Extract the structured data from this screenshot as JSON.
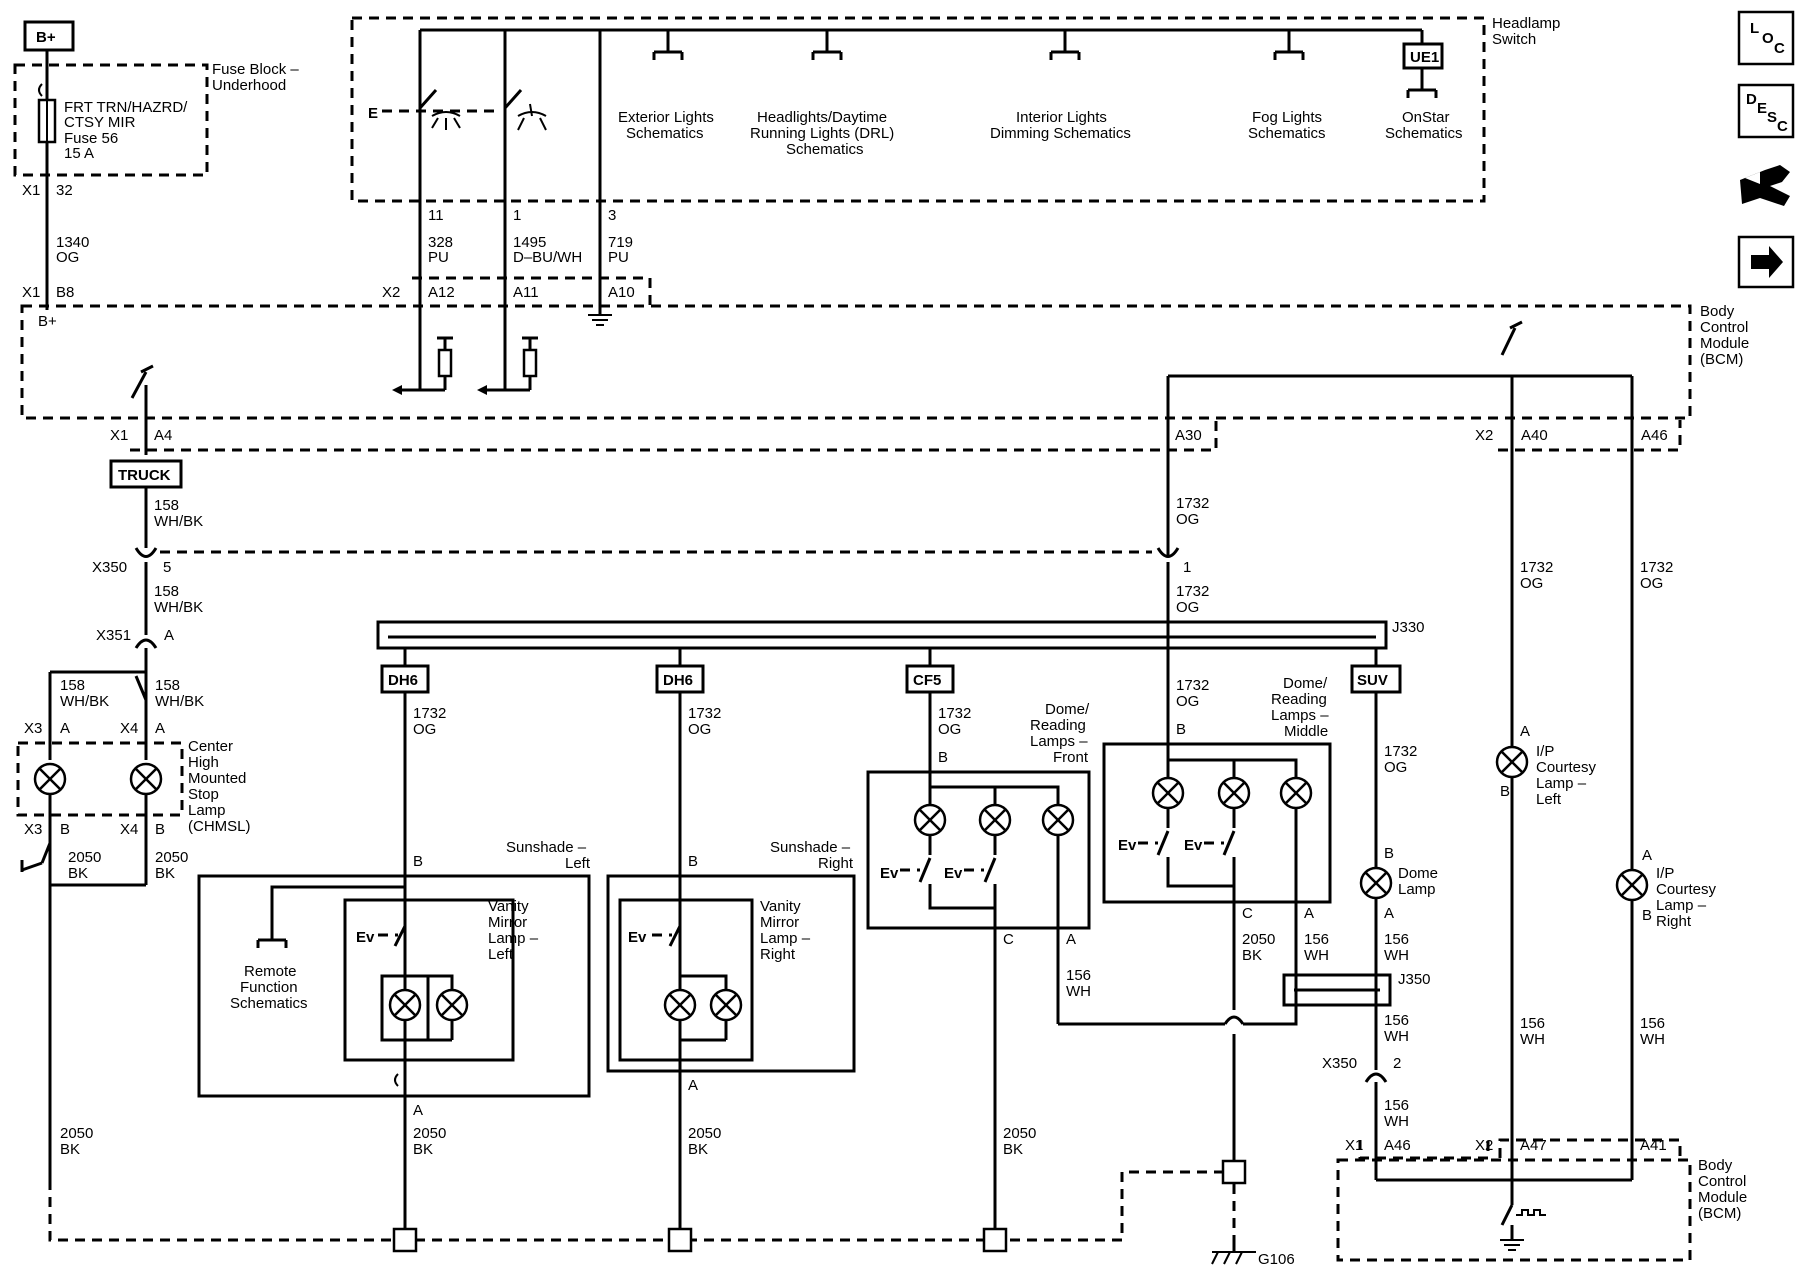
{
  "nav": {
    "loc": "LOC",
    "desc": "DESC",
    "l": "L",
    "o": "O",
    "c": "C",
    "d": "D",
    "e": "E",
    "s": "S",
    "c2": "C"
  },
  "top": {
    "bplus_box": "B+",
    "fuse_block": [
      "Fuse Block –",
      "Underhood"
    ],
    "fuse_label": [
      "FRT TRN/HAZRD/",
      "CTSY MIR",
      "Fuse 56",
      "15 A"
    ],
    "x1": "X1",
    "pin32": "32",
    "wire1340": [
      "1340",
      "OG"
    ],
    "x1b": "X1",
    "pinB8": "B8",
    "bplus": "B+",
    "headlamp_switch": [
      "Headlamp",
      "Switch"
    ],
    "ue1": "UE1",
    "e_label": "E",
    "refs": [
      [
        "Exterior Lights",
        "Schematics"
      ],
      [
        "Headlights/Daytime",
        "Running Lights (DRL)",
        "Schematics"
      ],
      [
        "Interior Lights",
        "Dimming Schematics"
      ],
      [
        "Fog Lights",
        "Schematics"
      ],
      [
        "OnStar",
        "Schematics"
      ]
    ],
    "pins": [
      "11",
      "1",
      "3"
    ],
    "wires": [
      [
        "328",
        "PU"
      ],
      [
        "1495",
        "D–BU/WH"
      ],
      [
        "719",
        "PU"
      ]
    ],
    "x2": "X2",
    "bcm_pins": [
      "A12",
      "A11",
      "A10"
    ],
    "bcm": [
      "Body",
      "Control",
      "Module",
      "(BCM)"
    ]
  },
  "mid": {
    "x1": "X1",
    "a4": "A4",
    "a30": "A30",
    "x2": "X2",
    "a40": "A40",
    "a46": "A46",
    "truck": "TRUCK",
    "w158a": [
      "158",
      "WH/BK"
    ],
    "w1732a": [
      "1732",
      "OG"
    ],
    "x350": "X350",
    "pin5": "5",
    "pin1": "1",
    "w158b": [
      "158",
      "WH/BK"
    ],
    "w1732b": [
      "1732",
      "OG"
    ],
    "w1732_left": [
      "1732",
      "OG"
    ],
    "w1732_right": [
      "1732",
      "OG"
    ],
    "x351": "X351",
    "pinA": "A",
    "j330": "J330",
    "chmsl": {
      "w1": [
        "158",
        "WH/BK"
      ],
      "w2": [
        "158",
        "WH/BK"
      ],
      "x3": "X3",
      "a1": "A",
      "x4": "X4",
      "a2": "A",
      "x3b": "X3",
      "b1": "B",
      "x4b": "X4",
      "b2": "B",
      "label": [
        "Center",
        "High",
        "Mounted",
        "Stop",
        "Lamp",
        "(CHMSL)"
      ],
      "g1": [
        "2050",
        "BK"
      ],
      "g2": [
        "2050",
        "BK"
      ]
    }
  },
  "loads": {
    "dh6a": "DH6",
    "dh6b": "DH6",
    "cf5": "CF5",
    "suv": "SUV",
    "w1": [
      "1732",
      "OG"
    ],
    "w2": [
      "1732",
      "OG"
    ],
    "w3": [
      "1732",
      "OG"
    ],
    "w4": [
      "1732",
      "OG"
    ],
    "w5": [
      "1732",
      "OG"
    ],
    "pinB": "B",
    "pinA": "A",
    "pinC": "C",
    "sunshade_left": [
      "Sunshade –",
      "Left"
    ],
    "sunshade_right": [
      "Sunshade –",
      "Right"
    ],
    "vanity_left": [
      "Vanity",
      "Mirror",
      "Lamp –",
      "Left"
    ],
    "vanity_right": [
      "Vanity",
      "Mirror",
      "Lamp –",
      "Right"
    ],
    "remote": [
      "Remote",
      "Function",
      "Schematics"
    ],
    "dome_front": [
      "Dome/",
      "Reading",
      "Lamps –",
      "Front"
    ],
    "dome_middle": [
      "Dome/",
      "Reading",
      "Lamps –",
      "Middle"
    ],
    "dome_lamp": [
      "Dome",
      "Lamp"
    ],
    "ip_left": [
      "I/P",
      "Courtesy",
      "Lamp –",
      "Left"
    ],
    "ip_right": [
      "I/P",
      "Courtesy",
      "Lamp –",
      "Right"
    ],
    "ev": "Ev",
    "w156": [
      "156",
      "WH"
    ],
    "w2050": [
      "2050",
      "BK"
    ],
    "j350": "J350"
  },
  "bottom": {
    "w2050": [
      "2050",
      "BK"
    ],
    "w156": [
      "156",
      "WH"
    ],
    "x350": "X350",
    "pin2": "2",
    "x1": "X1",
    "a46": "A46",
    "x2": "X2",
    "a47": "A47",
    "a41": "A41",
    "bcm": [
      "Body",
      "Control",
      "Module",
      "(BCM)"
    ],
    "g106": "G106"
  }
}
